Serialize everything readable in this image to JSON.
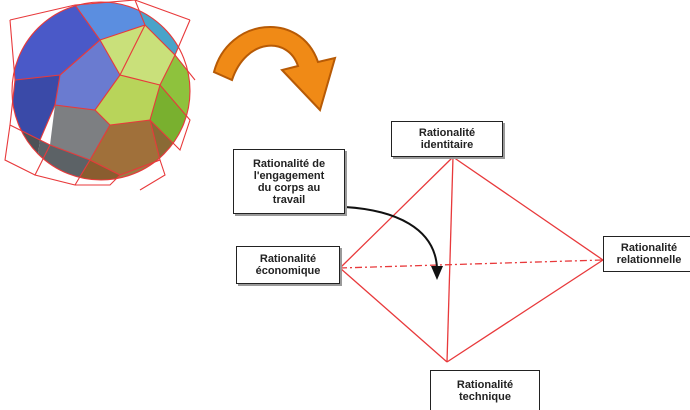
{
  "diagram": {
    "labels": {
      "identitaire": [
        "Rationalité",
        "identitaire"
      ],
      "engagement": [
        "Rationalité de",
        "l'engagement",
        "du corps au",
        "travail"
      ],
      "economique": [
        "Rationalité",
        "économique"
      ],
      "relationnelle": [
        "Rationalité",
        "relationnelle"
      ],
      "technique": [
        "Rationalité",
        "technique"
      ]
    },
    "icons": {
      "polyhedron": "colored-polyhedron-icon",
      "curved_arrow": "orange-curved-arrow-icon",
      "pointer_arrow": "black-curved-arrow-icon"
    },
    "colors": {
      "pyramid_edges": "#e8393b",
      "arrow_orange": "#f08a16",
      "arrow_orange_dark": "#b75a05",
      "box_border": "#222222"
    }
  }
}
